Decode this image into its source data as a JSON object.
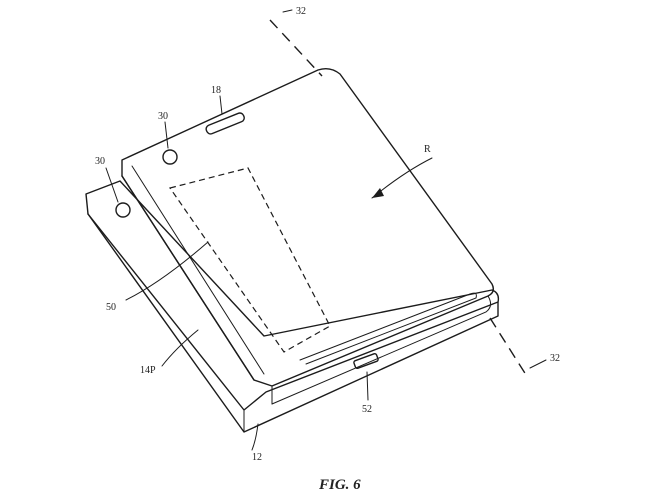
{
  "figure": {
    "caption": "FIG. 6",
    "labels": {
      "axis_top": "32",
      "axis_bottom": "32",
      "sensor_top": "18",
      "camera_upper": "30",
      "camera_lower": "30",
      "region": "R",
      "display_area": "50",
      "lower_panel": "14P",
      "bottom_port": "52",
      "base": "12"
    }
  }
}
